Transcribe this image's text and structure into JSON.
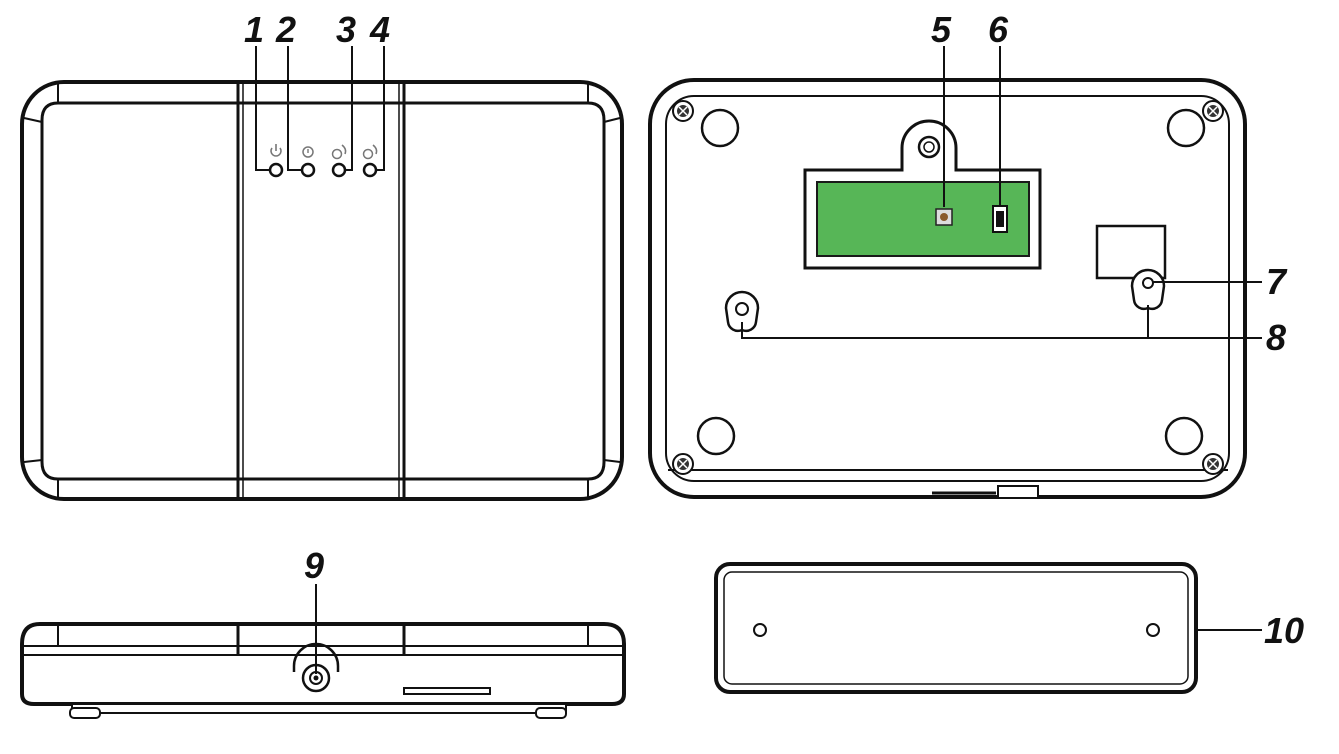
{
  "diagram": {
    "callouts": [
      "1",
      "2",
      "3",
      "4",
      "5",
      "6",
      "7",
      "8",
      "9",
      "10"
    ],
    "led_icons": [
      "power-icon",
      "alarm-icon",
      "network-icon",
      "signal-icon"
    ],
    "colors": {
      "line": "#111111",
      "pcb": "#57b657",
      "pcb_border": "#1a1a1a",
      "button_center": "#8a5a2b",
      "background": "#ffffff"
    }
  }
}
